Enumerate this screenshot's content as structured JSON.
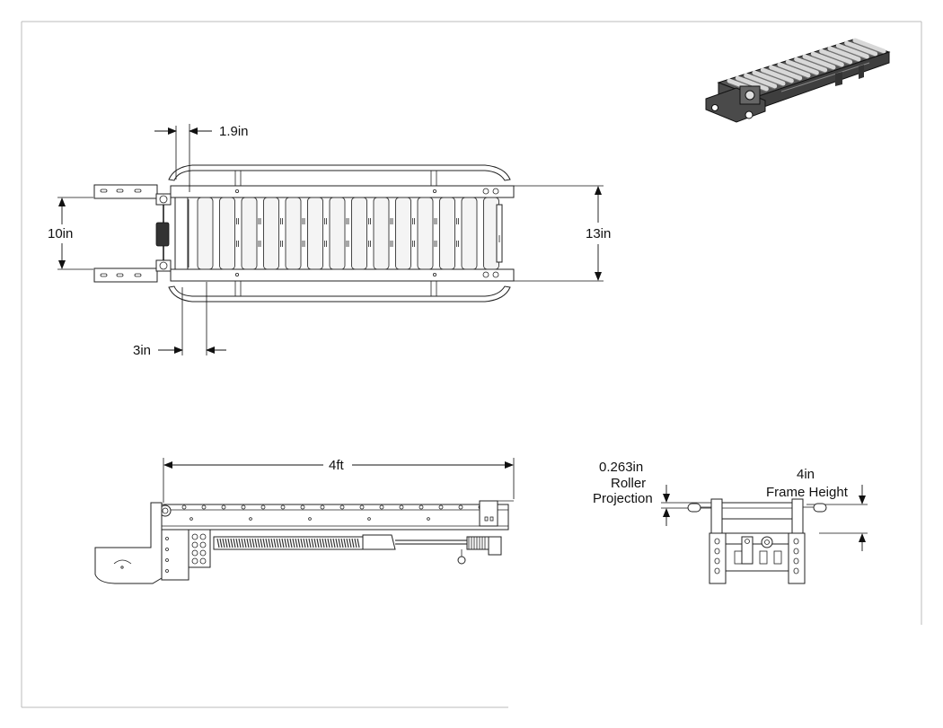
{
  "dimensions": {
    "top_offset": "1.9in",
    "width_inner": "10in",
    "width_outer": "13in",
    "guide_gap": "3in",
    "length": "4ft",
    "roller_projection_value": "0.263in",
    "roller_projection_line1": "Roller",
    "roller_projection_line2": "Projection",
    "frame_height_value": "4in",
    "frame_height_label": "Frame Height"
  },
  "colors": {
    "line": "#111111",
    "roller_fill": "#f4f4f4",
    "render_body": "#4a4a4a",
    "render_roller": "#cfcfcf"
  },
  "icons": [
    "isometric-render-icon"
  ]
}
